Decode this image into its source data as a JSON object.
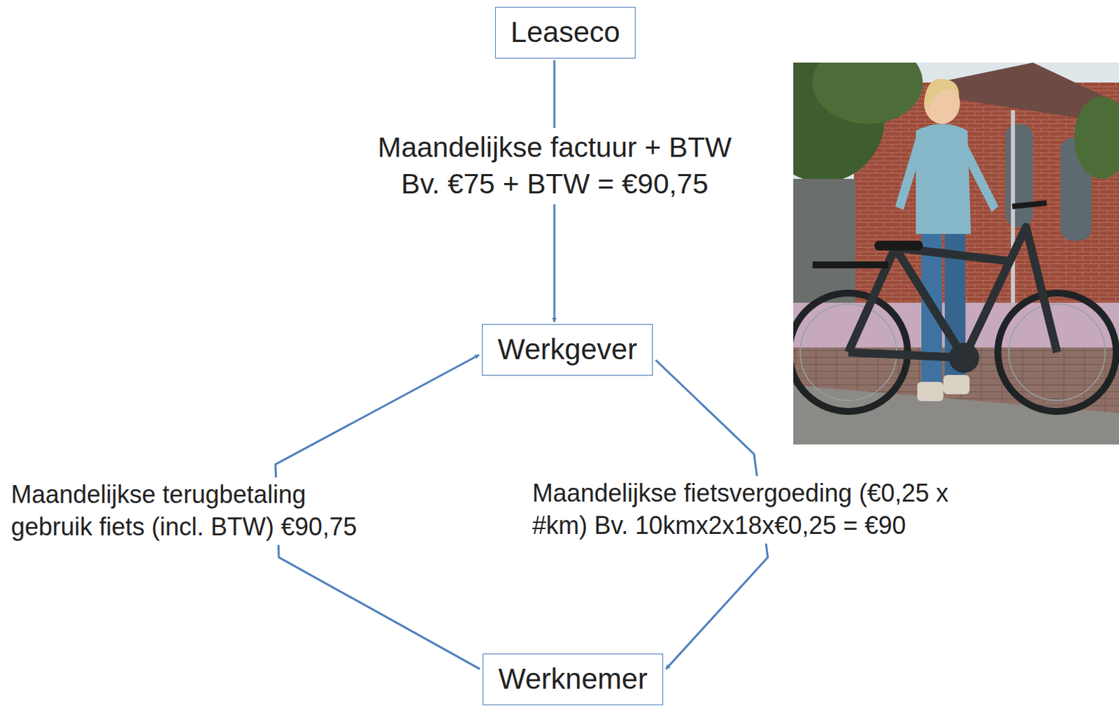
{
  "diagram": {
    "nodes": [
      {
        "text": [
          "Leaseco"
        ]
      },
      {
        "text": [
          "Werkgever"
        ]
      },
      {
        "text": [
          "Werknemer"
        ]
      }
    ],
    "edges": [
      {
        "from": 0,
        "to": 1,
        "arrow": "to",
        "label": "Maandelijkse factuur + BTW Bv. €75 + BTW = €90,75"
      },
      {
        "from": 1,
        "to": 2,
        "arrow": "to",
        "label": "Maandelijkse fietsvergoeding (€0,25 x #km) Bv. 10kmx2x18x€0,25 = €90"
      },
      {
        "from": 2,
        "to": 1,
        "arrow": "to",
        "label": "Maandelijkse terugbetaling gebruik fiets (incl. BTW) €90,75"
      }
    ]
  }
}
